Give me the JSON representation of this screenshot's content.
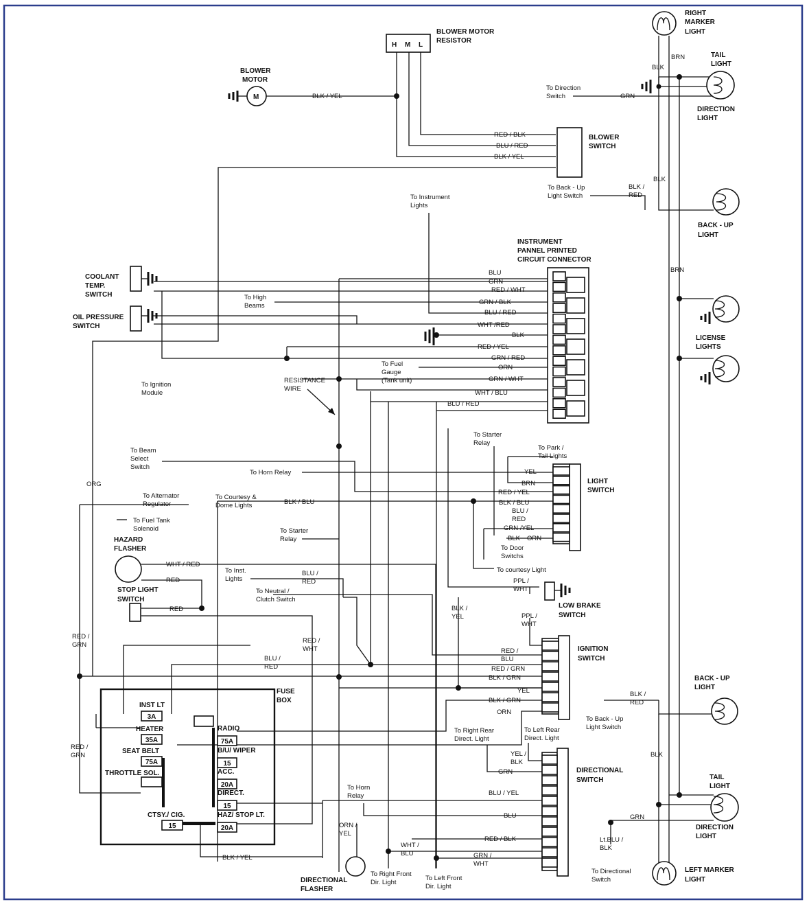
{
  "border_color": "#2b3d8c",
  "components": {
    "blower_resistor": {
      "title1": "BLOWER MOTOR",
      "title2": "RESISTOR",
      "pins": [
        "H",
        "M",
        "L"
      ]
    },
    "blower_motor": {
      "title1": "BLOWER",
      "title2": "MOTOR",
      "symbol": "M"
    },
    "blower_switch": {
      "title1": "BLOWER",
      "title2": "SWITCH"
    },
    "coolant_switch": {
      "title1": "COOLANT",
      "title2": "TEMP.",
      "title3": "SWITCH"
    },
    "oil_switch": {
      "title1": "OIL PRESSURE",
      "title2": "SWITCH"
    },
    "instrument_connector": {
      "title1": "INSTRUMENT",
      "title2": "PANNEL PRINTED",
      "title3": "CIRCUIT CONNECTOR"
    },
    "light_switch": {
      "title1": "LIGHT",
      "title2": "SWITCH"
    },
    "hazard_flasher": {
      "title1": "HAZARD",
      "title2": "FLASHER"
    },
    "stop_light_switch": {
      "title1": "STOP LIGHT",
      "title2": "SWITCH"
    },
    "low_brake_switch": {
      "title1": "LOW BRAKE",
      "title2": "SWITCH"
    },
    "ignition_switch": {
      "title1": "IGNITION",
      "title2": "SWITCH"
    },
    "fuse_box": {
      "title1": "FUSE",
      "title2": "BOX"
    },
    "directional_switch": {
      "title1": "DIRECTIONAL",
      "title2": "SWITCH"
    },
    "directional_flasher": {
      "title1": "DIRECTIONAL",
      "title2": "FLASHER"
    },
    "right_marker": {
      "title1": "RIGHT",
      "title2": "MARKER",
      "title3": "LIGHT"
    },
    "tail_light_top": {
      "title1": "TAIL",
      "title2": "LIGHT"
    },
    "direction_light_top": {
      "title1": "DIRECTION",
      "title2": "LIGHT"
    },
    "backup_light_top": {
      "title1": "BACK - UP",
      "title2": "LIGHT"
    },
    "license_lights": {
      "title1": "LICENSE",
      "title2": "LIGHTS"
    },
    "backup_light_bottom": {
      "title1": "BACK - UP",
      "title2": "LIGHT"
    },
    "tail_light_bottom": {
      "title1": "TAIL",
      "title2": "LIGHT"
    },
    "direction_light_bottom": {
      "title1": "DIRECTION",
      "title2": "LIGHT"
    },
    "left_marker": {
      "title1": "LEFT MARKER",
      "title2": "LIGHT"
    }
  },
  "fuses": [
    {
      "name": "INST LT",
      "rating": "3A"
    },
    {
      "name": "HEATER",
      "rating": "35A"
    },
    {
      "name": "SEAT BELT",
      "rating": "75A"
    },
    {
      "name": "THROTTLE SOL.",
      "rating": ""
    },
    {
      "name": "CTSY./ CIG.",
      "rating": "15"
    },
    {
      "name": "RADIO",
      "rating": "75A"
    },
    {
      "name": "B/U/ WIPER",
      "rating": "15"
    },
    {
      "name": "ACC.",
      "rating": "20A"
    },
    {
      "name": "DIRECT.",
      "rating": "15"
    },
    {
      "name": "HAZ/ STOP LT.",
      "rating": "20A"
    }
  ],
  "wire_labels": {
    "blk_yel_motor": "BLK / YEL",
    "red_blk_bs": "RED / BLK",
    "blu_red_bs": "BLU / RED",
    "blk_yel_bs": "BLK / YEL",
    "to_direction_switch": "To Direction\nSwitch",
    "grn_top": "GRN",
    "blk_top": "BLK",
    "brn_top": "BRN",
    "to_backup_switch_top": "To Back - Up\nLight Switch",
    "blk_red_top": "BLK /\nRED",
    "blk_mid": "BLK",
    "brn_mid": "BRN",
    "to_instrument_lights": "To Instrument\nLights",
    "ic_blu": "BLU",
    "ic_grn": "GRN",
    "ic_red_wht": "RED / WHT",
    "ic_grn_blk": "GRN / BLK",
    "ic_blu_red": "BLU / RED",
    "ic_wht_red": "WHT /RED",
    "ic_blk": "BLK",
    "ic_red_yel": "RED / YEL",
    "ic_grn_red": "GRN / RED",
    "ic_orn": "ORN",
    "ic_grn_wht": "GRN / WHT",
    "ic_wht_blu": "WHT / BLU",
    "ic_blu_red2": "BLU / RED",
    "to_high_beams": "To High\nBeams",
    "to_ignition_module": "To Ignition\nModule",
    "resistance_wire": "RESISTANCE\nWIRE",
    "to_fuel_gauge": "To Fuel\nGauge\n(Tank unit)",
    "org": "ORG",
    "to_beam_select": "To Beam\nSelect\nSwitch",
    "to_horn_relay_top": "To Horn Relay",
    "to_starter_relay_top": "To Starter\nRelay",
    "to_park_tail": "To Park /\nTail Lights",
    "ls_yel": "YEL",
    "ls_brn": "BRN",
    "ls_red_yel": "RED / YEL",
    "ls_blk_blu": "BLK / BLU",
    "ls_blu_red": "BLU /\nRED",
    "ls_grn_yel": "GRN /YEL",
    "ls_blk": "BLK",
    "ls_orn": "ORN",
    "to_alternator": "To Alternator\nRegulator",
    "to_courtesy_dome": "To Courtesy &\nDome Lights",
    "blk_blu_courtesy": "BLK / BLU",
    "to_fuel_tank_solenoid": "To Fuel Tank\nSolenoid",
    "to_door_switchs": "To Door\nSwitchs",
    "to_courtesy_light": "To courtesy Light",
    "to_starter_relay_mid": "To Starter\nRelay",
    "wht_red_hazard": "WHT / RED",
    "red_hazard": "RED",
    "red_stop": "RED",
    "to_inst_lights": "To Inst.\nLights",
    "blu_red_inst": "BLU /\nRED",
    "to_neutral_clutch": "To Neutral /\nClutch Switch",
    "ppl_wht_top": "PPL /\nWHT",
    "ppl_wht_bot": "PPL /\nWHT",
    "blk_yel_mid": "BLK /\nYEL",
    "red_wht_mid": "RED /\nWHT",
    "red_grn_left1": "RED /\nGRN",
    "red_grn_left2": "RED /\nGRN",
    "blu_red_ign": "BLU /\nRED",
    "ig_red_blu": "RED /\nBLU",
    "ig_red_grn": "RED / GRN",
    "ig_blk_grn": "BLK / GRN",
    "ig_yel": "YEL",
    "ig_blk_grn2": "BLK / GRN",
    "ig_orn": "ORN",
    "to_right_rear": "To Right Rear\nDirect. Light",
    "to_left_rear": "To Left Rear\nDirect. Light",
    "ds_yel_blk": "YEL /\nBLK",
    "ds_grn": "GRN",
    "ds_blu_yel": "BLU / YEL",
    "ds_blu": "BLU",
    "ds_red_blk": "RED / BLK",
    "ds_grn_wht": "GRN /\nWHT",
    "ds_wht_blu": "WHT /\nBLU",
    "to_horn_relay_bot": "To Horn\nRelay",
    "orn_yel": "ORN /\nYEL",
    "blk_yel_bottom": "BLK / YEL",
    "to_right_front": "To Right Front\nDir. Light",
    "to_left_front": "To Left Front\nDir. Light",
    "blk_red_bot": "BLK /\nRED",
    "to_backup_switch_bot": "To Back - Up\nLight Switch",
    "blk_bot": "BLK",
    "grn_bot": "GRN",
    "ltblu_blk": "Lt.BLU /\nBLK",
    "to_directional_switch": "To Directional\nSwitch"
  }
}
